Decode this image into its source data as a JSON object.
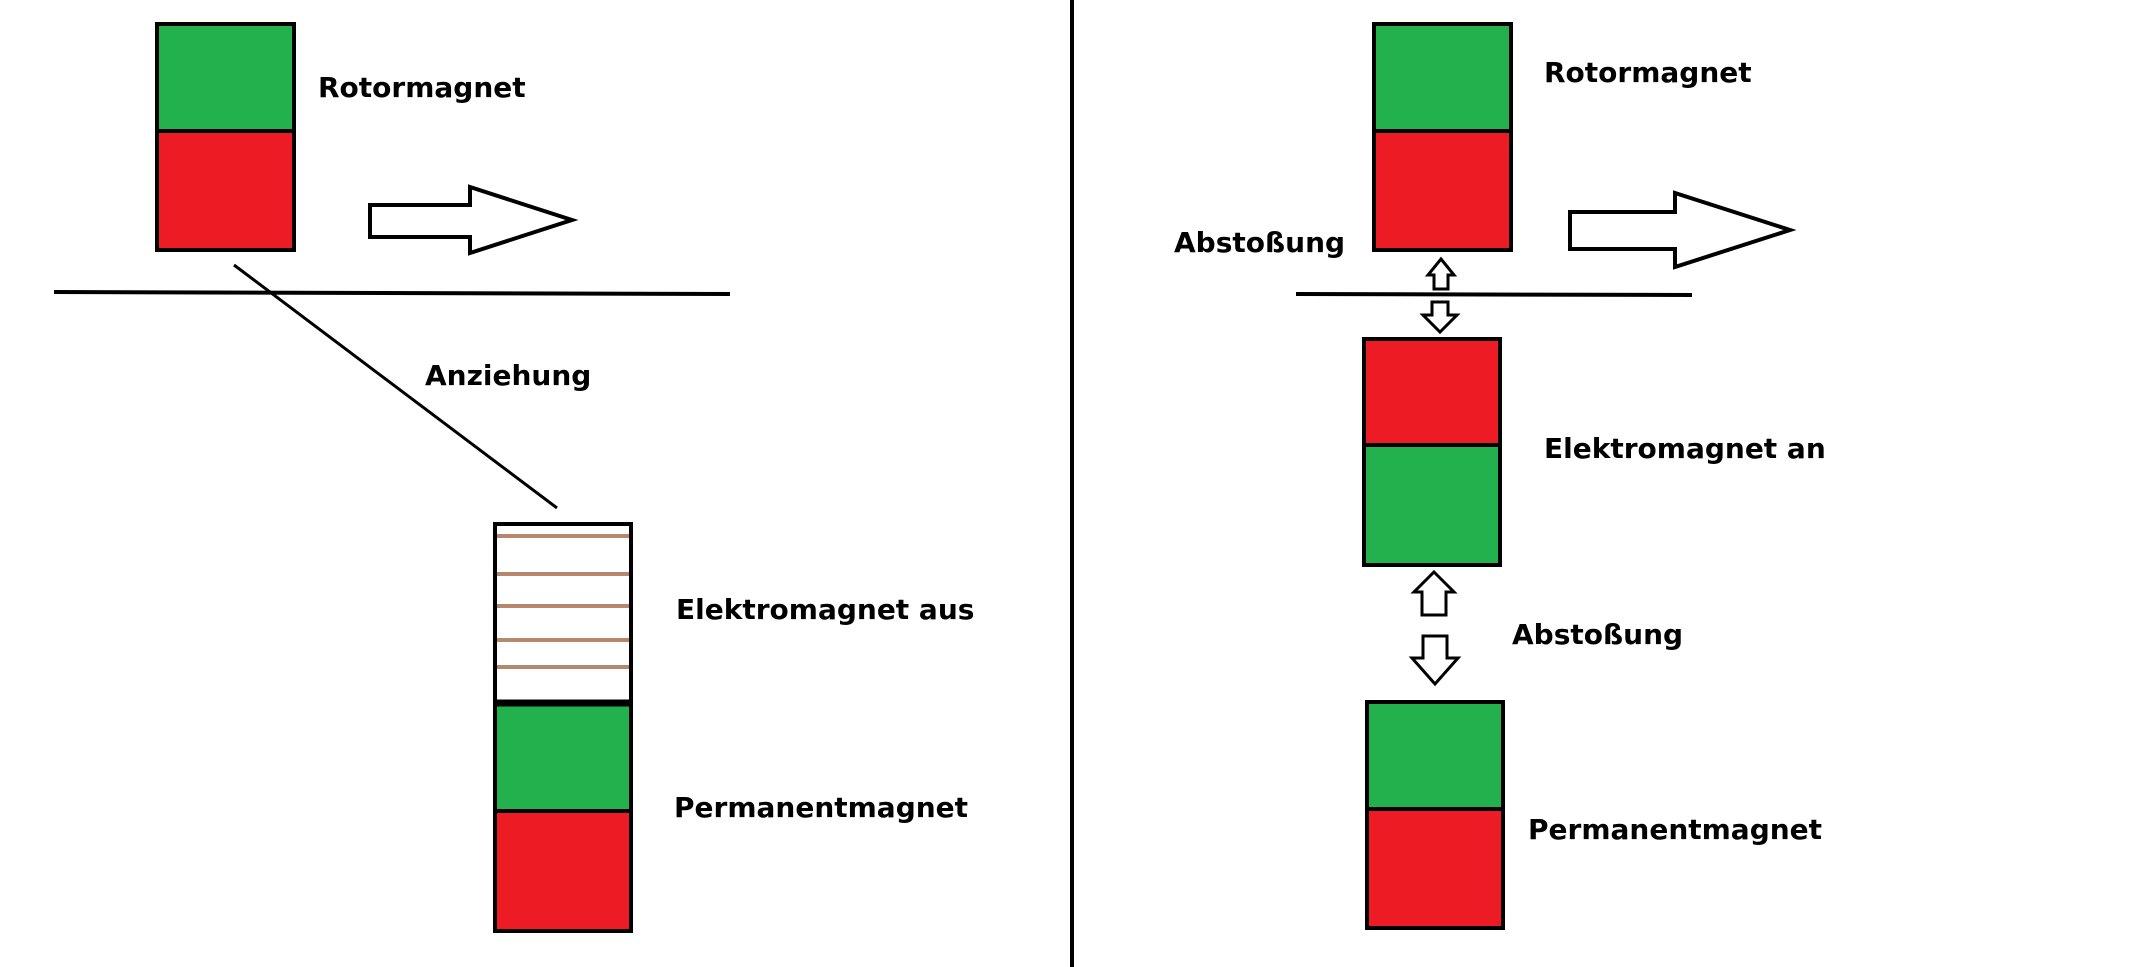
{
  "colors": {
    "north": "#22b14c",
    "south": "#ed1c24",
    "coil": "#b5876d",
    "outline": "#000000",
    "background": "#ffffff"
  },
  "left": {
    "rotor_label": "Rotormagnet",
    "attraction_label": "Anziehung",
    "electromagnet_label": "Elektromagnet aus",
    "permanent_label": "Permanentmagnet"
  },
  "right": {
    "rotor_label": "Rotormagnet",
    "repulsion_top_label": "Abstoßung",
    "electromagnet_label": "Elektromagnet an",
    "repulsion_bottom_label": "Abstoßung",
    "permanent_label": "Permanentmagnet"
  }
}
